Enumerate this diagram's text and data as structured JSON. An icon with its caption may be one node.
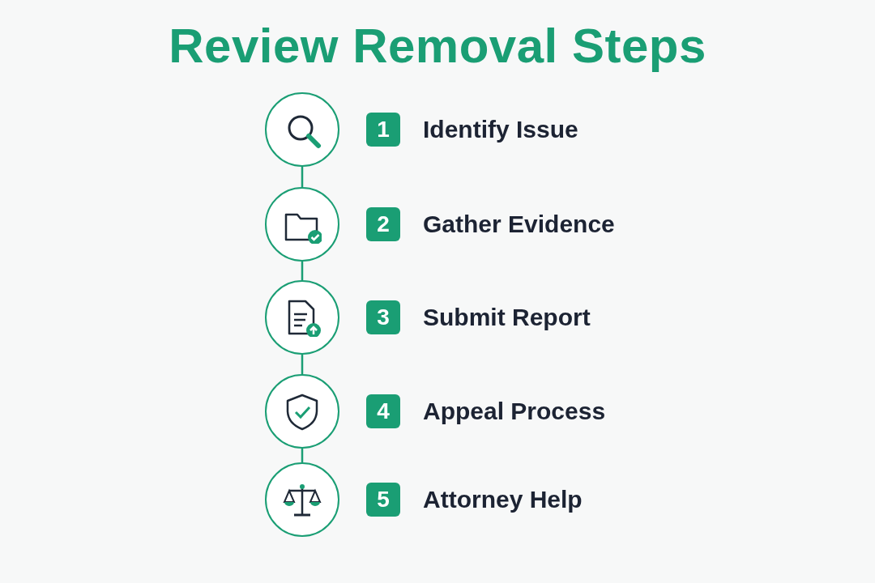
{
  "diagram": {
    "title": "Review Removal Steps",
    "nodes": [
      {
        "text": [],
        "shape": "circle",
        "beside": [
          "1",
          "Identify Issue"
        ]
      },
      {
        "text": [],
        "shape": "circle",
        "beside": [
          "2",
          "Gather Evidence"
        ]
      },
      {
        "text": [],
        "shape": "circle",
        "beside": [
          "3",
          "Submit Report"
        ]
      },
      {
        "text": [],
        "shape": "circle",
        "beside": [
          "4",
          "Appeal Process"
        ]
      },
      {
        "text": [],
        "shape": "circle",
        "beside": [
          "5",
          "Attorney Help"
        ]
      }
    ],
    "edges": [
      {
        "from": 0,
        "to": 1,
        "arrow": "none"
      },
      {
        "from": 1,
        "to": 2,
        "arrow": "none"
      },
      {
        "from": 2,
        "to": 3,
        "arrow": "none"
      },
      {
        "from": 3,
        "to": 4,
        "arrow": "none"
      }
    ]
  }
}
